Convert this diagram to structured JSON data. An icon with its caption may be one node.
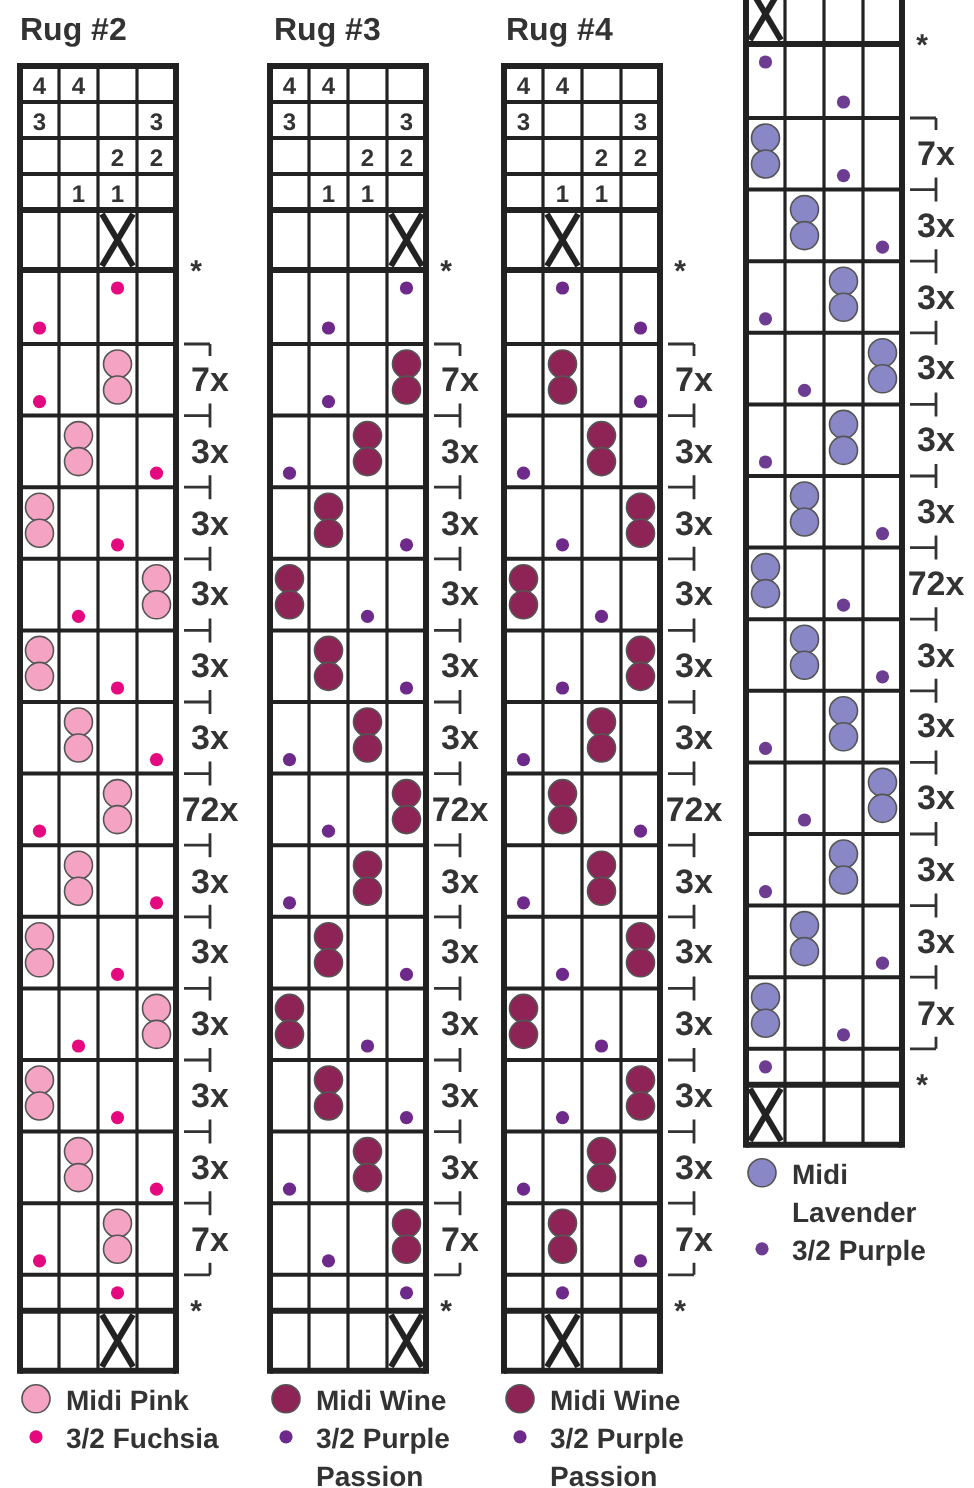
{
  "diagram": {
    "labels": [
      "Rug #2",
      "Rug #3",
      "Rug #4",
      "4",
      "4",
      "3",
      "3",
      "2",
      "2",
      "1",
      "1",
      "*",
      "7x",
      "3x",
      "3x",
      "3x",
      "3x",
      "3x",
      "72x",
      "3x",
      "3x",
      "3x",
      "3x",
      "3x",
      "7x",
      "*",
      "4",
      "4",
      "3",
      "3",
      "2",
      "2",
      "1",
      "1",
      "*",
      "7x",
      "3x",
      "3x",
      "3x",
      "3x",
      "3x",
      "72x",
      "3x",
      "3x",
      "3x",
      "3x",
      "3x",
      "7x",
      "*",
      "4",
      "4",
      "3",
      "3",
      "2",
      "2",
      "1",
      "1",
      "*",
      "7x",
      "3x",
      "3x",
      "3x",
      "3x",
      "3x",
      "72x",
      "3x",
      "3x",
      "3x",
      "3x",
      "3x",
      "7x",
      "*",
      "*",
      "7x",
      "3x",
      "3x",
      "3x",
      "3x",
      "3x",
      "72x",
      "3x",
      "3x",
      "3x",
      "3x",
      "3x",
      "7x",
      "*"
    ],
    "legend": [
      {
        "text": "Midi Pink",
        "color": "#f4a3c3"
      },
      {
        "text": "3/2 Fuchsia",
        "color": "#e5097f"
      },
      {
        "text": "Midi Wine",
        "color": "#8e2456"
      },
      {
        "text": "3/2 Purple Passion",
        "color": "#6d2a8a"
      },
      {
        "text": "Midi Wine",
        "color": "#8e2456"
      },
      {
        "text": "3/2 Purple Passion",
        "color": "#6d2a8a"
      },
      {
        "text": "Midi Lavender",
        "color": "#8a87c6"
      },
      {
        "text": "3/2 Purple",
        "color": "#6c3d91"
      }
    ]
  }
}
